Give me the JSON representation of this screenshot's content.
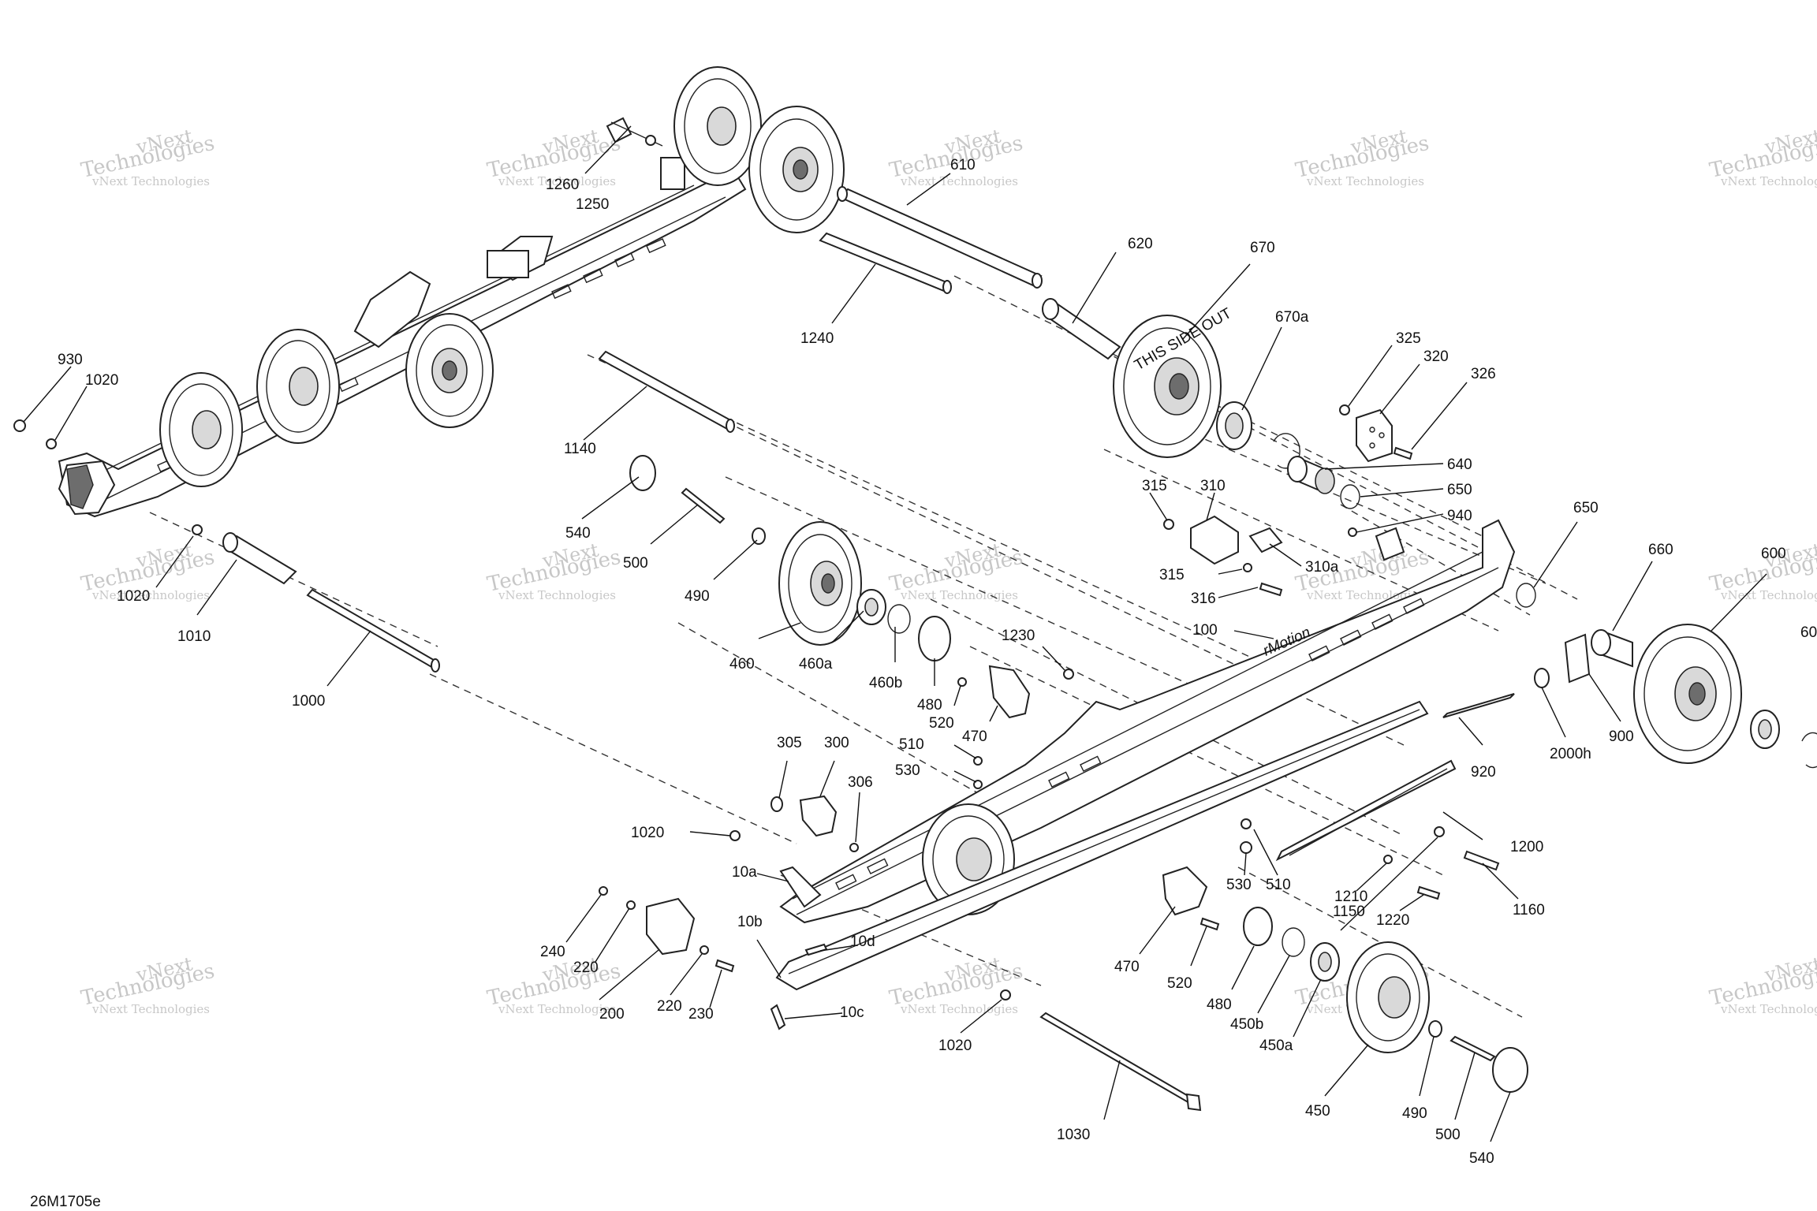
{
  "diagram": {
    "drawing_code": "26M1705e",
    "watermark": {
      "brand": "vNext Technologies",
      "line1": "vNext",
      "line2": "Technologies"
    },
    "callouts": [
      {
        "id": "c1260",
        "text": "1260"
      },
      {
        "id": "c1250",
        "text": "1250"
      },
      {
        "id": "c610",
        "text": "610"
      },
      {
        "id": "c620",
        "text": "620"
      },
      {
        "id": "c670",
        "text": "670"
      },
      {
        "id": "c670a",
        "text": "670a"
      },
      {
        "id": "c1240",
        "text": "1240"
      },
      {
        "id": "c930",
        "text": "930"
      },
      {
        "id": "c1020a",
        "text": "1020"
      },
      {
        "id": "c1140",
        "text": "1140"
      },
      {
        "id": "c325",
        "text": "325"
      },
      {
        "id": "c320",
        "text": "320"
      },
      {
        "id": "c326",
        "text": "326"
      },
      {
        "id": "c640",
        "text": "640"
      },
      {
        "id": "c650a",
        "text": "650"
      },
      {
        "id": "c940",
        "text": "940"
      },
      {
        "id": "c315a",
        "text": "315"
      },
      {
        "id": "c310",
        "text": "310"
      },
      {
        "id": "c310a",
        "text": "310a"
      },
      {
        "id": "c315b",
        "text": "315"
      },
      {
        "id": "c316",
        "text": "316"
      },
      {
        "id": "c650b",
        "text": "650"
      },
      {
        "id": "c660",
        "text": "660"
      },
      {
        "id": "c600",
        "text": "600"
      },
      {
        "id": "c60x",
        "text": "60"
      },
      {
        "id": "c540a",
        "text": "540"
      },
      {
        "id": "c500a",
        "text": "500"
      },
      {
        "id": "c490a",
        "text": "490"
      },
      {
        "id": "c1020b",
        "text": "1020"
      },
      {
        "id": "c1010",
        "text": "1010"
      },
      {
        "id": "c460",
        "text": "460"
      },
      {
        "id": "c460a",
        "text": "460a"
      },
      {
        "id": "c460b",
        "text": "460b"
      },
      {
        "id": "c480a",
        "text": "480"
      },
      {
        "id": "c1230",
        "text": "1230"
      },
      {
        "id": "c100",
        "text": "100"
      },
      {
        "id": "c1000",
        "text": "1000"
      },
      {
        "id": "c520a",
        "text": "520"
      },
      {
        "id": "c470a",
        "text": "470"
      },
      {
        "id": "c920",
        "text": "920"
      },
      {
        "id": "c2000h",
        "text": "2000h"
      },
      {
        "id": "c900",
        "text": "900"
      },
      {
        "id": "c305",
        "text": "305"
      },
      {
        "id": "c300",
        "text": "300"
      },
      {
        "id": "c306",
        "text": "306"
      },
      {
        "id": "c510a",
        "text": "510"
      },
      {
        "id": "c530a",
        "text": "530"
      },
      {
        "id": "c1020c",
        "text": "1020"
      },
      {
        "id": "c10a",
        "text": "10a"
      },
      {
        "id": "c1200",
        "text": "1200"
      },
      {
        "id": "c530b",
        "text": "530"
      },
      {
        "id": "c510b",
        "text": "510"
      },
      {
        "id": "c1210",
        "text": "1210"
      },
      {
        "id": "c1220",
        "text": "1220"
      },
      {
        "id": "c1150",
        "text": "1150"
      },
      {
        "id": "c1160",
        "text": "1160"
      },
      {
        "id": "c240",
        "text": "240"
      },
      {
        "id": "c220a",
        "text": "220"
      },
      {
        "id": "c10b",
        "text": "10b"
      },
      {
        "id": "c10d",
        "text": "10d"
      },
      {
        "id": "c200",
        "text": "200"
      },
      {
        "id": "c220b",
        "text": "220"
      },
      {
        "id": "c230",
        "text": "230"
      },
      {
        "id": "c10c",
        "text": "10c"
      },
      {
        "id": "c470b",
        "text": "470"
      },
      {
        "id": "c520b",
        "text": "520"
      },
      {
        "id": "c480b",
        "text": "480"
      },
      {
        "id": "c450b",
        "text": "450b"
      },
      {
        "id": "c450a",
        "text": "450a"
      },
      {
        "id": "c1020d",
        "text": "1020"
      },
      {
        "id": "c1030",
        "text": "1030"
      },
      {
        "id": "c450",
        "text": "450"
      },
      {
        "id": "c490b",
        "text": "490"
      },
      {
        "id": "c500b",
        "text": "500"
      },
      {
        "id": "c540b",
        "text": "540"
      }
    ],
    "wheel_marking": "THIS SIDE OUT",
    "rail_logo": "rMotion"
  }
}
